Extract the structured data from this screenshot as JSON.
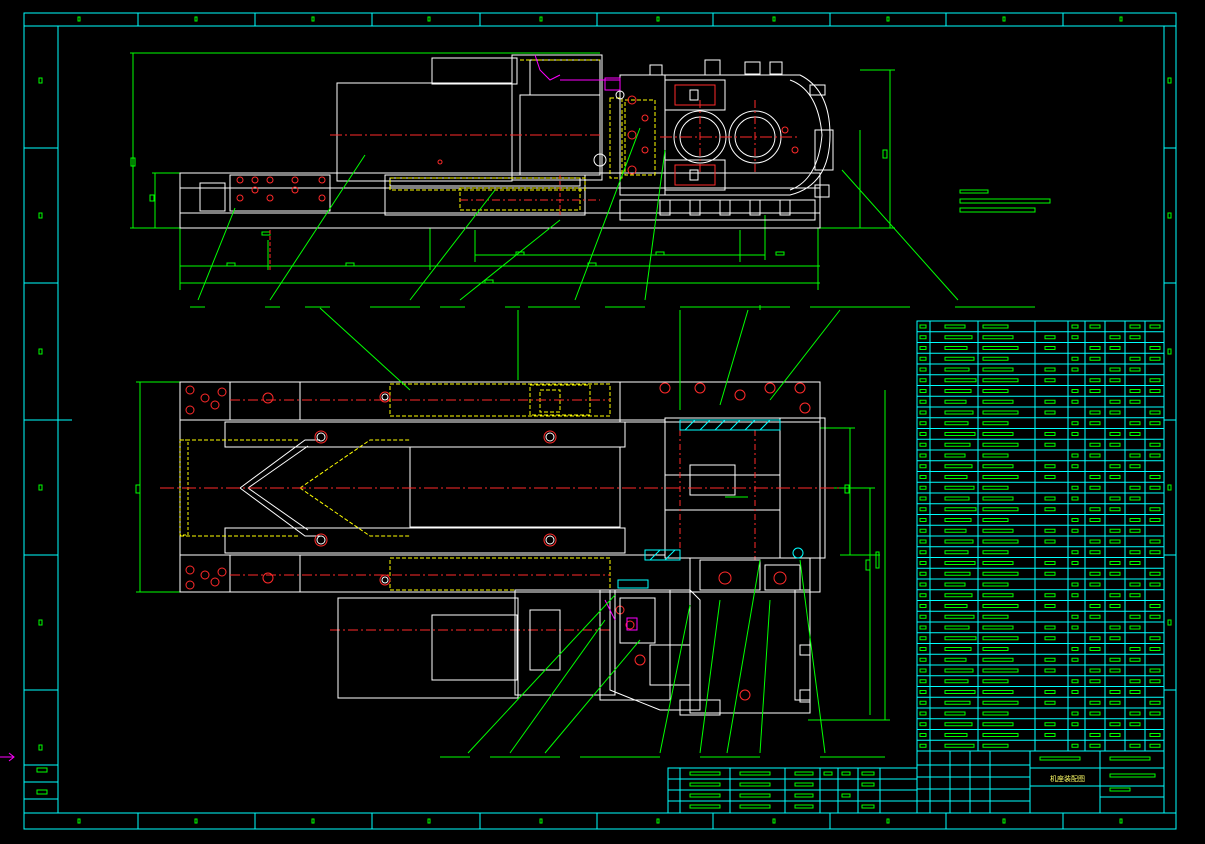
{
  "drawing": {
    "title_block_name": "机座装配图",
    "colors": {
      "background": "#000000",
      "frame": "#00ffff",
      "outline": "#ffffff",
      "center_line": "#ff2a2a",
      "hidden_line": "#ffff00",
      "leader_line": "#00ff00",
      "dimension": "#00ff00",
      "highlight": "#ff00ff",
      "table_text": "#00ff00"
    },
    "views": [
      "top-elevation-view",
      "plan-view"
    ],
    "arrow_marker": "arrow-right-icon"
  }
}
